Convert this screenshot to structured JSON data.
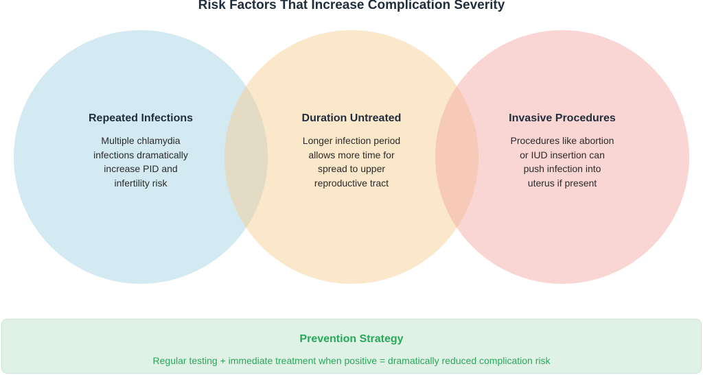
{
  "title": "Risk Factors That Increase Complication Severity",
  "circles": [
    {
      "heading": "Repeated Infections",
      "lines": [
        "Multiple chlamydia",
        "infections dramatically",
        "increase PID and",
        "infertility risk"
      ],
      "color": "#d3eaf2"
    },
    {
      "heading": "Duration Untreated",
      "lines": [
        "Longer infection period",
        "allows more time for",
        "spread to upper",
        "reproductive tract"
      ],
      "color": "#fbe5c4"
    },
    {
      "heading": "Invasive Procedures",
      "lines": [
        "Procedures like abortion",
        "or IUD insertion can",
        "push infection into",
        "uterus if present"
      ],
      "color": "#f8d3d1"
    }
  ],
  "prevention": {
    "title": "Prevention Strategy",
    "text": "Regular testing + immediate treatment when positive = dramatically reduced complication risk",
    "color": "#27a85a",
    "background": "#e0f1e6"
  }
}
